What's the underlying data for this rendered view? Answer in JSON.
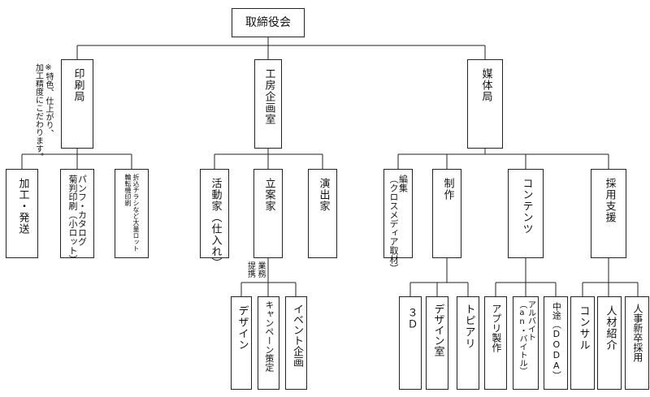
{
  "org": {
    "board": "取締役会",
    "printing": {
      "title": "印刷局",
      "note": "※特色、仕上がり、\n加工精度にこだわります。",
      "children": [
        "加工・発送",
        "パンフ・カタログ\n菊判印刷（小ロット）",
        "折込チラシなど大量ロット\n輪転機印刷"
      ]
    },
    "studio": {
      "title": "工房企画室",
      "children": [
        "活動家（仕入れ）",
        "立案家",
        "演出家"
      ],
      "note": "業務\n提携",
      "partners": [
        "デザイン",
        "キャンペーン策定",
        "イベント企画"
      ]
    },
    "media": {
      "title": "媒体局",
      "children": [
        "編集\n（クロスメディア取材）",
        "制作",
        "コンテンツ",
        "採用支援"
      ],
      "production": [
        "３Ｄ",
        "デザイン室",
        "トピアリ"
      ],
      "contents": [
        "アプリ製作",
        "アルバイト\n（an・バイトル）",
        "中途（DODA）"
      ],
      "recruit": [
        "コンサル",
        "人材紹介",
        "人事新卒採用"
      ]
    }
  }
}
